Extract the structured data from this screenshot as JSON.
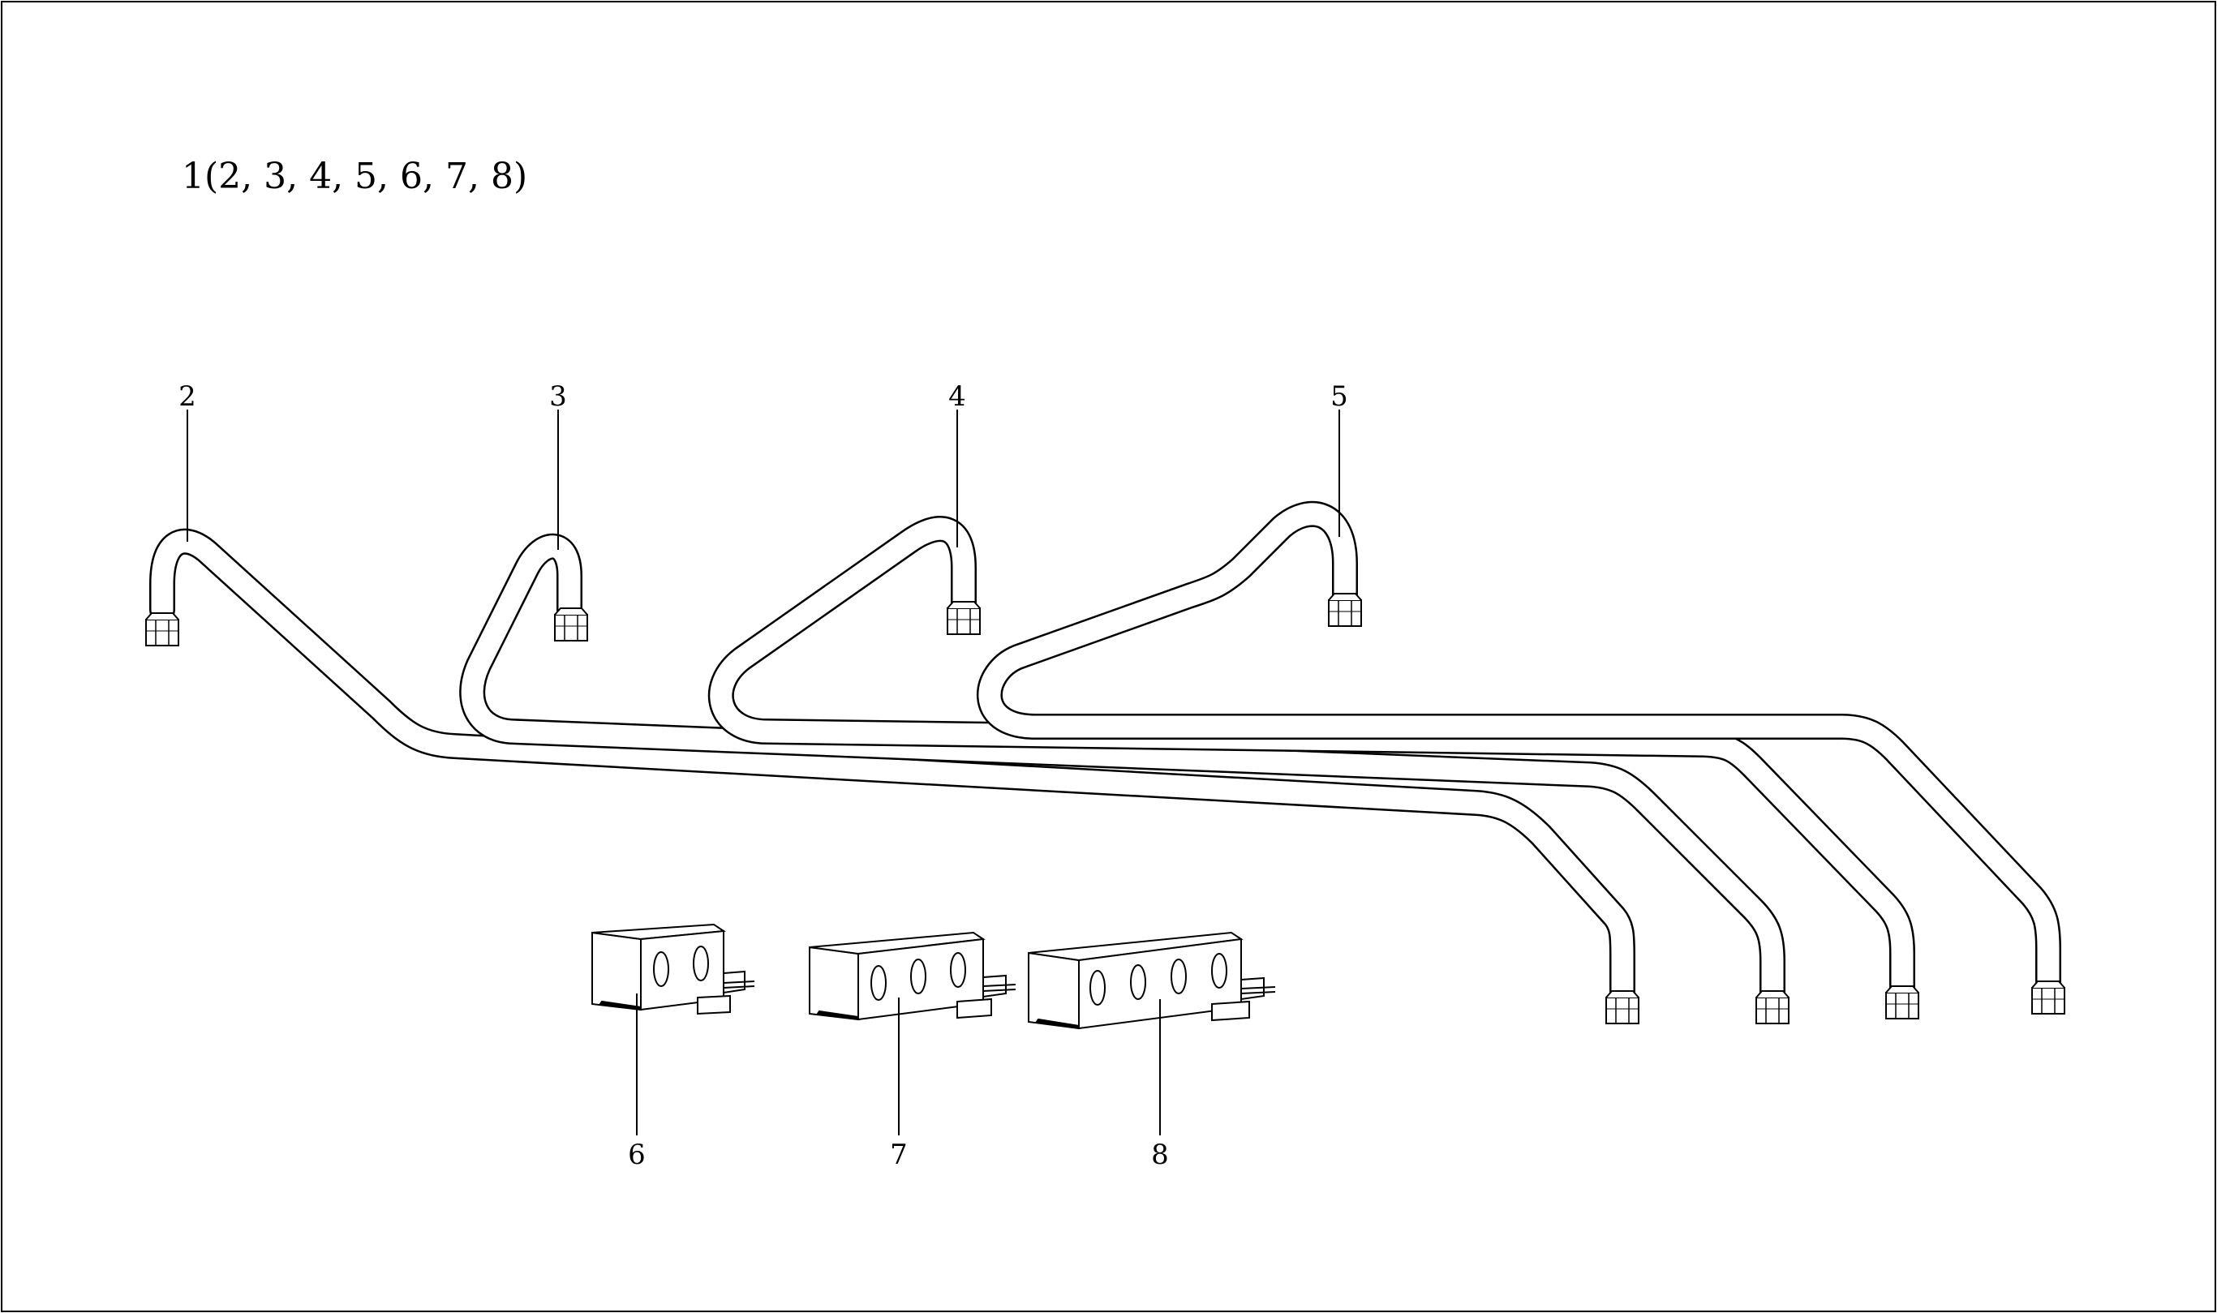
{
  "assembly_label": "1(2, 3, 4, 5, 6, 7, 8)",
  "callouts": {
    "c2": "2",
    "c3": "3",
    "c4": "4",
    "c5": "5",
    "c6": "6",
    "c7": "7",
    "c8": "8"
  },
  "clamps": [
    {
      "callout": "6",
      "holes": 2
    },
    {
      "callout": "7",
      "holes": 3
    },
    {
      "callout": "8",
      "holes": 4
    }
  ],
  "colors": {
    "line": "#000000",
    "background": "#ffffff"
  }
}
